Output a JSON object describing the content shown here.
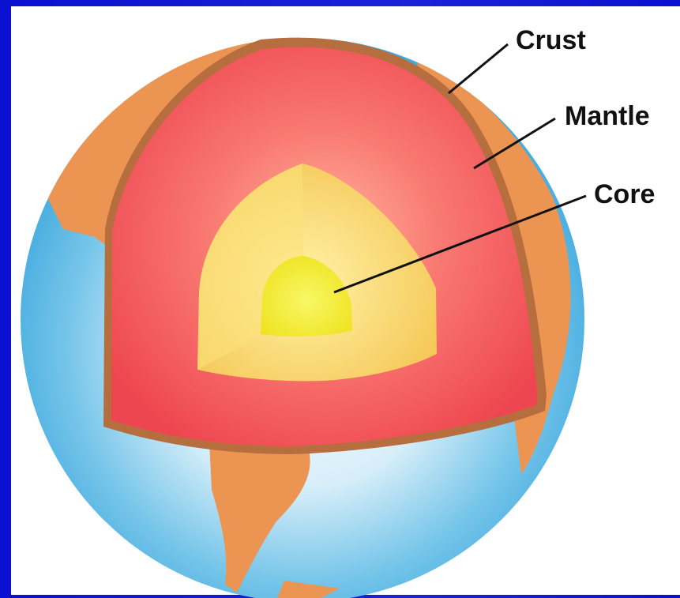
{
  "labels": {
    "crust": "Crust",
    "mantle": "Mantle",
    "core": "Core"
  },
  "colors": {
    "slide_background": "#0a10d0",
    "ocean": "#58b8e4",
    "land": "#eb9553",
    "crust": "#b66e3f",
    "mantle": "#f0525a",
    "outer_core": "#f7d85e",
    "inner_core": "#f0ec28"
  }
}
